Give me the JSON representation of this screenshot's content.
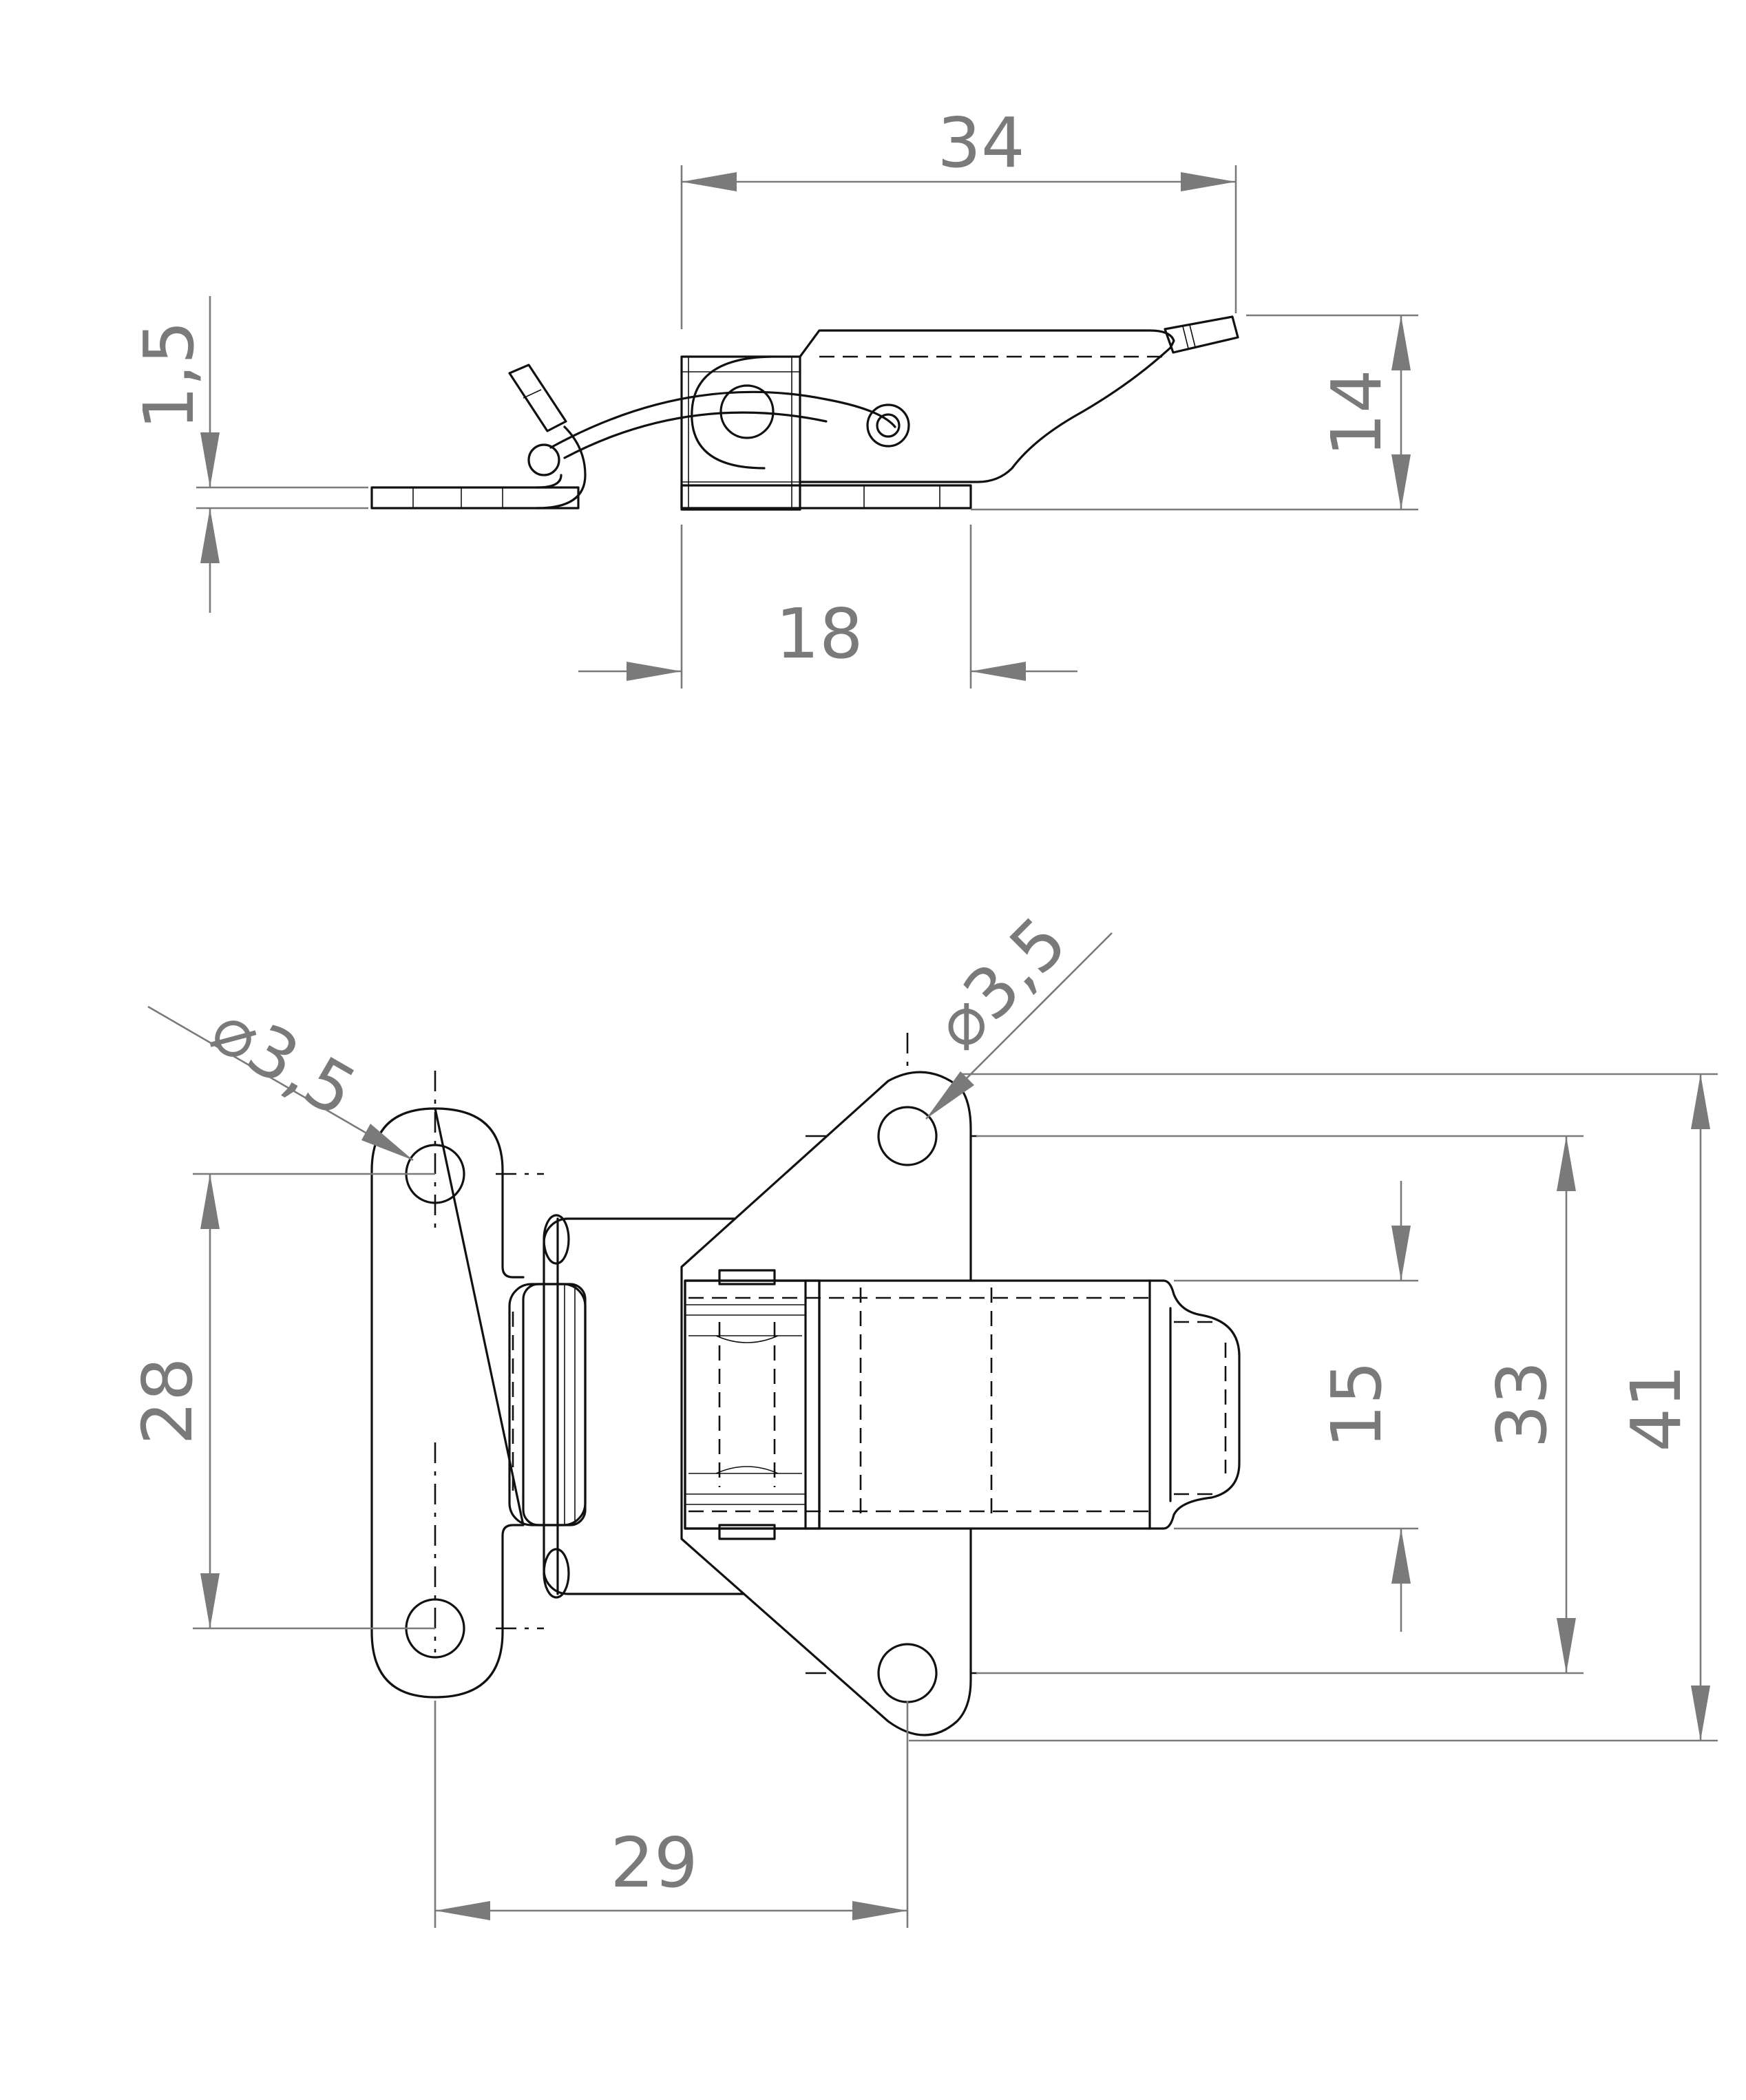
{
  "colors": {
    "object_line": "#111111",
    "dimension_line": "#7a7a7a",
    "background": "#ffffff"
  },
  "side_view": {
    "dim_overall_length": "34",
    "dim_height": "14",
    "dim_plate_thickness": "1,5",
    "dim_base_width": "18"
  },
  "top_view": {
    "dim_hole_left": "⌀3,5",
    "dim_hole_right": "⌀3,5",
    "dim_hole_spacing_left": "28",
    "dim_slot_width": "15",
    "dim_hole_spacing_right": "33",
    "dim_overall_height": "41",
    "dim_hole_spacing_horizontal": "29"
  }
}
